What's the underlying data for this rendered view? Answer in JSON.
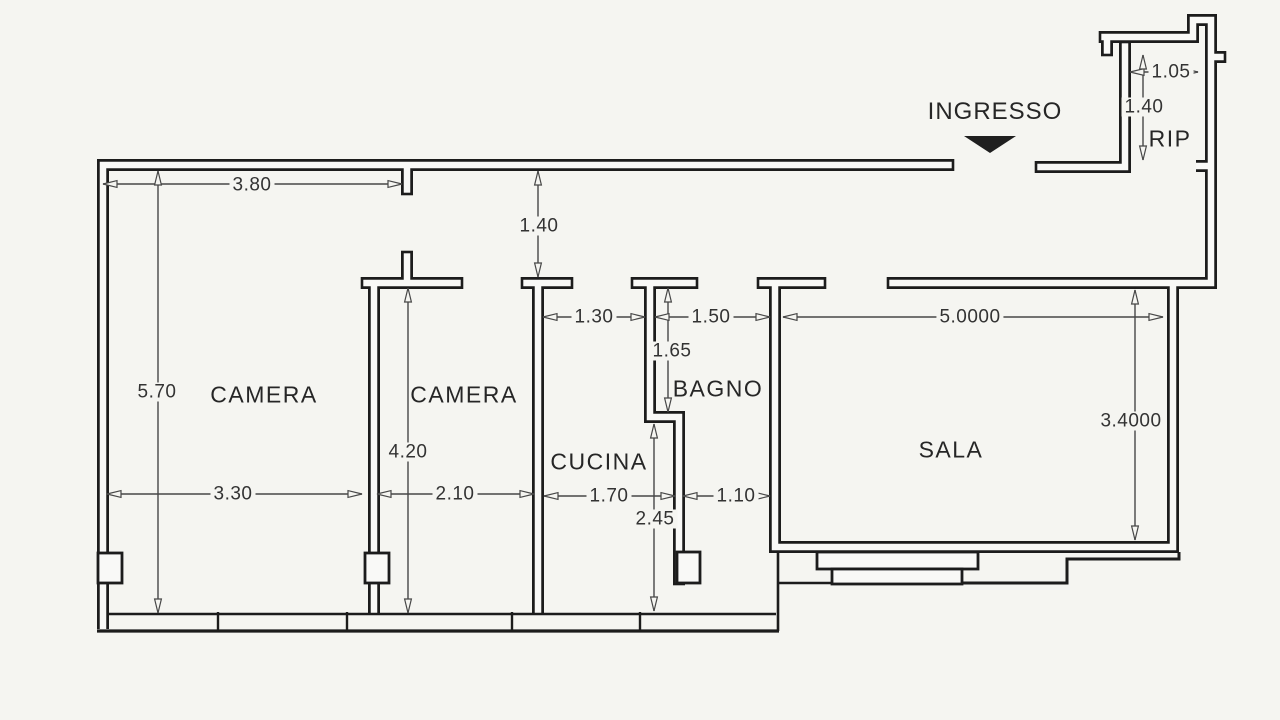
{
  "drawing": {
    "type": "apartment floor plan",
    "units": "meters"
  },
  "rooms": {
    "camera1": "CAMERA",
    "camera2": "CAMERA",
    "cucina": "CUCINA",
    "bagno": "BAGNO",
    "sala": "SALA",
    "rip": "RIP"
  },
  "entrance": {
    "label": "INGRESSO",
    "arrow": "down-triangle"
  },
  "dimensions": {
    "camera1_top_width": "3.80",
    "hall_depth": "1.40",
    "camera1_height": "5.70",
    "camera1_width": "3.30",
    "camera2_height": "4.20",
    "camera2_width": "2.10",
    "cucina_top_width": "1.30",
    "bagno_width": "1.50",
    "bagno_height": "1.65",
    "cucina_width": "1.70",
    "corridor_width": "1.10",
    "cucina_lower_height": "2.45",
    "sala_width": "5.0000",
    "sala_height": "3.4000",
    "rip_width": "1.05",
    "rip_height": "1.40"
  },
  "colors": {
    "background": "#f5f5f1",
    "wall": "#1c1c1c",
    "dimension_line": "#474747",
    "text": "#262626"
  }
}
